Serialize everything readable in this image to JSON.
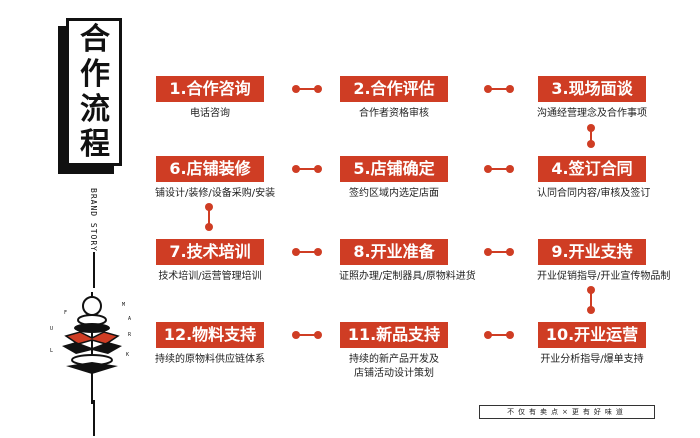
{
  "title": "合作流程",
  "brand_story": "BRAND STORY",
  "steps": [
    {
      "label": "1.合作咨询",
      "desc": "电话咨询"
    },
    {
      "label": "2.合作评估",
      "desc": "合作者资格审核"
    },
    {
      "label": "3.现场面谈",
      "desc": "沟通经营理念及合作事项"
    },
    {
      "label": "4.签订合同",
      "desc": "认同合同内容/审核及签订"
    },
    {
      "label": "5.店铺确定",
      "desc": "签约区域内选定店面"
    },
    {
      "label": "6.店铺装修",
      "desc": "铺设计/装修/设备采购/安装"
    },
    {
      "label": "7.技术培训",
      "desc": "技术培训/运营管理培训"
    },
    {
      "label": "8.开业准备",
      "desc": "证照办理/定制器具/原物料进货"
    },
    {
      "label": "9.开业支持",
      "desc": "开业促销指导/开业宣传物品制"
    },
    {
      "label": "10.开业运营",
      "desc": "开业分析指导/爆单支持"
    },
    {
      "label": "11.新品支持",
      "desc": "持续的新产品开发及",
      "desc2": "店铺活动设计策划"
    },
    {
      "label": "12.物料支持",
      "desc": "持续的原物料供应链体系"
    }
  ],
  "slogan": "不仅有卖点×更有好味道",
  "deco_letters": {
    "f": "F",
    "m": "M",
    "a": "A",
    "r": "R",
    "u": "U",
    "l": "L",
    "k": "K"
  },
  "colors": {
    "accent": "#cf3d24",
    "ink": "#111111"
  }
}
